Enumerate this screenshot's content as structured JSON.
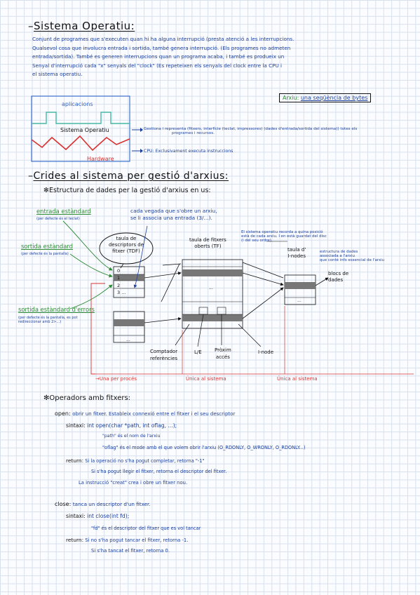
{
  "section1": {
    "title": "Sistema Operatiu:",
    "paragraph": [
      "Conjunt de programes que s'executen quan hi ha alguna interrupció (presta atenció a les interrupcions.",
      "Qualsevol cosa que involucra entrada i sortida, també genera interrupció. (Els programes no admeten",
      "entrada/sortida). També es generen interrupcions quan un programa acaba, i també es produeix un",
      "Senyal d'interrupció cada \"x\" senyals del \"clock\" (Es repeteixen els senyals del clock entre la CPU i",
      "el sistema operatiu."
    ],
    "arxiu_term": "Arxiu:",
    "arxiu_def": "una seqüència de bytes",
    "diagram": {
      "applications": "aplicacions",
      "os": "Sistema Operatiu",
      "hardware": "Hardware"
    },
    "note_os": [
      "Gestiona i representa (fitxers, interfície (teclat, impressores) (dades d'entrada/sortida del sistema)) totes els",
      "programes i recursos."
    ],
    "note_cpu": "CPU: Exclusivament executa instruccions"
  },
  "section2": {
    "title": "Crides al sistema per gestió d'arxius:",
    "subtitle": "Estructura de dades per la gestió d'arxius en us:",
    "stdin": "entrada estàndard",
    "stdin_note": "(per defecte és el teclat)",
    "stdout": "sortida estàndard",
    "stdout_note": "(per defecte és la pantalla)",
    "stderr": "sortida estàndard d'errors",
    "stderr_note": [
      "(per defecte és la pantalla, es pot",
      "redireccionar amb 2>...)"
    ],
    "open_note": [
      "cada vegada que s'obre un arxiu,",
      "se li associa una entrada (3/...)."
    ],
    "tdf_label": [
      "taula de",
      "descriptors de",
      "fitxer (TDF)"
    ],
    "tf_label": [
      "taula de fitxers",
      "oberts (TF)"
    ],
    "tf_note": [
      "El sistema operatiu recorda a quina posició",
      "està de cada arxiu. I en està guardat del disc",
      "(i del seu ordre)."
    ],
    "inode_label": [
      "taula d'",
      "I-nodes"
    ],
    "inode_note": [
      "estructura de dades",
      "associada a l'arxiu",
      "que conté info essencial de l'arxiu"
    ],
    "blocks_label": [
      "blocs de",
      "dades"
    ],
    "fd_indices": [
      "0",
      "1",
      "2",
      "3"
    ],
    "fd_more": "...",
    "dots": "...",
    "counter_label": [
      "Comptador",
      "referències"
    ],
    "rw_label": "L/E",
    "next_label": [
      "Pròxim",
      "accés"
    ],
    "inode_field": "I-node",
    "per_process": "Una per procés",
    "unique1": "Única al sistema",
    "unique2": "Única al sistema"
  },
  "section3": {
    "title": "Operadors amb fitxers:",
    "open_kw": "open:",
    "open_desc": "obrir un fitxer. Estableix connexió entre el fitxer i el seu descriptor",
    "syntax_kw": "sintaxi:",
    "open_syntax": "int open(char *path, int oflag, ...);",
    "path_note": "\"path\" és el nom de l'arxiu",
    "oflag_note": "\"oflag\" és el mode amb el que volem obrir l'arxiu (O_RDONLY, O_WRONLY, O_RDONLY...)",
    "return_kw": "return:",
    "open_ret1": "Si la operació no s'ha pogut completar, retorna \"-1\"",
    "open_ret2": "Si s'ha pogut llegir el fitxer, retorna el descriptor del fitxer.",
    "creat_note": "La instrucció \"creat\" crea i obre un fitxer nou.",
    "close_kw": "close:",
    "close_desc": "tanca un descriptor d'un fitxer.",
    "close_syntax": "int close(int fd);",
    "fd_note": "\"fd\" és el descriptor del fitxer que es vol tancar",
    "close_ret1": "Si no s'ha pogut tancar el fitxer, retorna -1.",
    "close_ret2": "Si s'ha tancat el fitxer, retorna 0."
  },
  "colors": {
    "blue": "#1b3f9c",
    "green": "#2c8b34",
    "red": "#d8322f",
    "teal": "#45b8a6"
  }
}
